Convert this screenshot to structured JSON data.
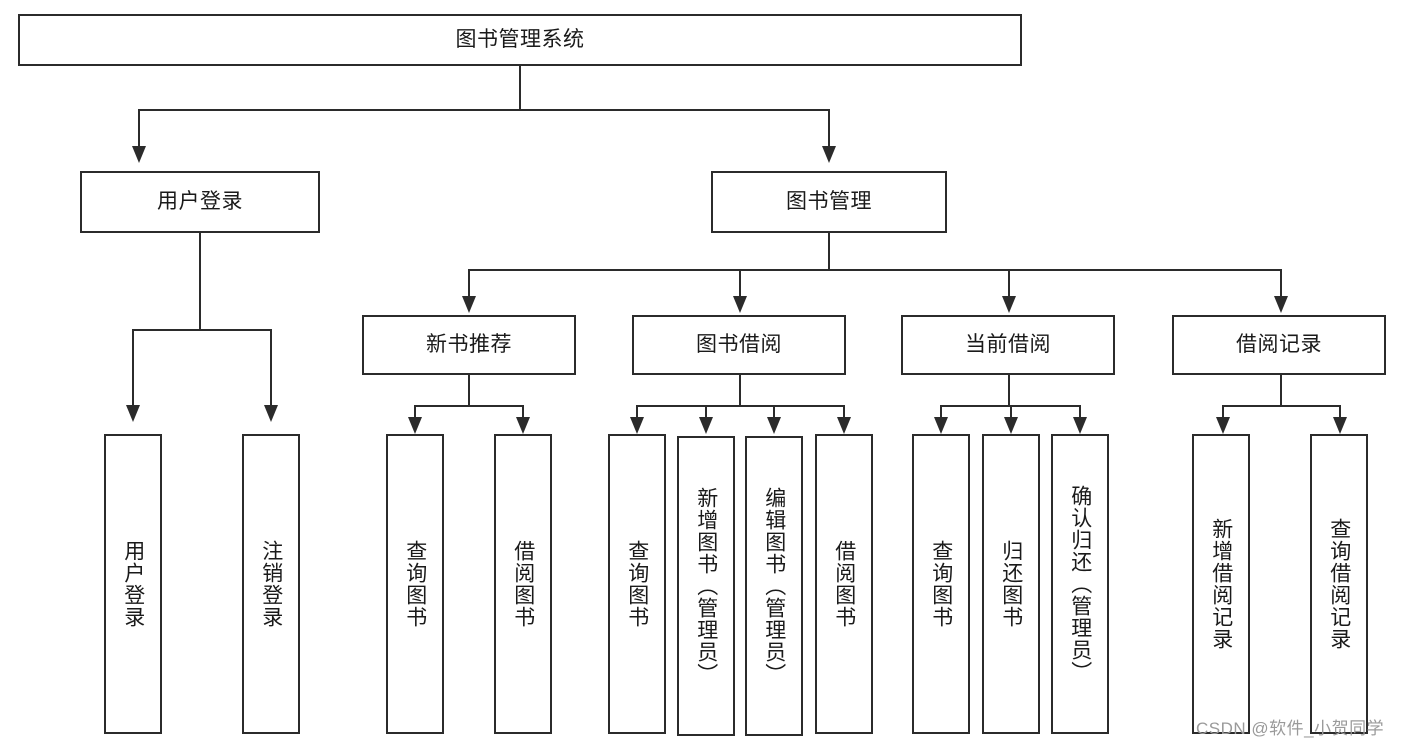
{
  "diagram": {
    "title": "图书管理系统",
    "type": "tree-hierarchy-diagram",
    "background_color": "#ffffff",
    "line_color": "#2b2b2b",
    "text_color": "#1a1a1a",
    "root": {
      "label": "图书管理系统"
    },
    "level2": [
      {
        "label": "用户登录"
      },
      {
        "label": "图书管理"
      }
    ],
    "level3": [
      {
        "label": "新书推荐"
      },
      {
        "label": "图书借阅"
      },
      {
        "label": "当前借阅"
      },
      {
        "label": "借阅记录"
      }
    ],
    "leaves": {
      "user_login": [
        {
          "label": "用户登录"
        },
        {
          "label": "注销登录"
        }
      ],
      "new_book_recommend": [
        {
          "label": "查询图书"
        },
        {
          "label": "借阅图书"
        }
      ],
      "book_borrow": [
        {
          "label": "查询图书"
        },
        {
          "label": "新增图书（管理员）"
        },
        {
          "label": "编辑图书（管理员）"
        },
        {
          "label": "借阅图书"
        }
      ],
      "current_borrow": [
        {
          "label": "查询图书"
        },
        {
          "label": "归还图书"
        },
        {
          "label": "确认归还（管理员）"
        }
      ],
      "borrow_record": [
        {
          "label": "新增借阅记录"
        },
        {
          "label": "查询借阅记录"
        }
      ]
    }
  },
  "watermark": {
    "text": "CSDN @软件_小贺同学"
  }
}
